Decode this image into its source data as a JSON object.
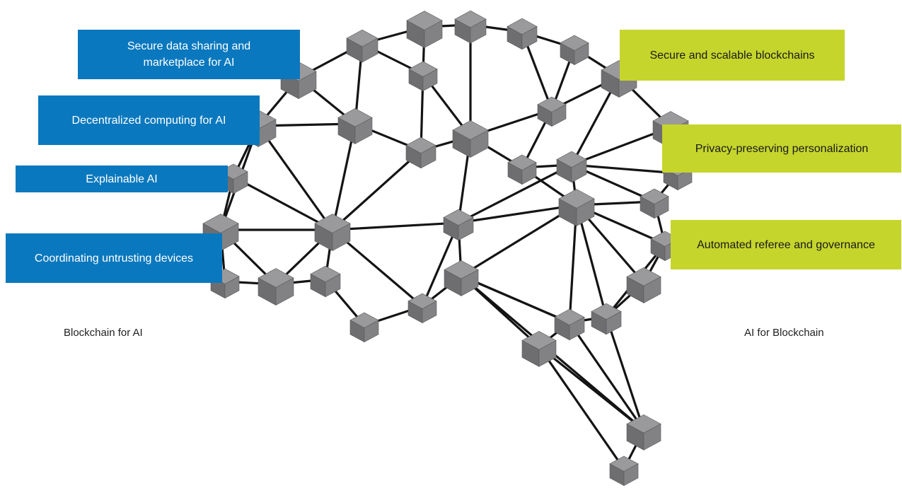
{
  "colors": {
    "blockchain_for_ai_box": "#0a78be",
    "ai_for_blockchain_box": "#c5d52c",
    "edge": "#141414",
    "cube_top": "#9a9a9c",
    "cube_left": "#6e6e70",
    "cube_right": "#828284"
  },
  "icons": {
    "node": "cube-icon"
  },
  "blockchain_for_ai": {
    "caption": "Blockchain for AI",
    "items": [
      {
        "id": "secure-data-sharing",
        "label_lines": [
          "Secure data sharing and",
          "marketplace for AI"
        ]
      },
      {
        "id": "decentralized-computing",
        "label_lines": [
          "Decentralized computing for AI"
        ]
      },
      {
        "id": "explainable-ai",
        "label_lines": [
          "Explainable AI"
        ]
      },
      {
        "id": "coordinating-devices",
        "label_lines": [
          "Coordinating untrusting devices"
        ]
      }
    ]
  },
  "ai_for_blockchain": {
    "caption": "AI for Blockchain",
    "items": [
      {
        "id": "scalable-blockchains",
        "label_lines": [
          "Secure and scalable blockchains"
        ]
      },
      {
        "id": "privacy-personalization",
        "label_lines": [
          "Privacy-preserving personalization"
        ]
      },
      {
        "id": "automated-referee",
        "label_lines": [
          "Automated referee and governance"
        ]
      }
    ]
  }
}
